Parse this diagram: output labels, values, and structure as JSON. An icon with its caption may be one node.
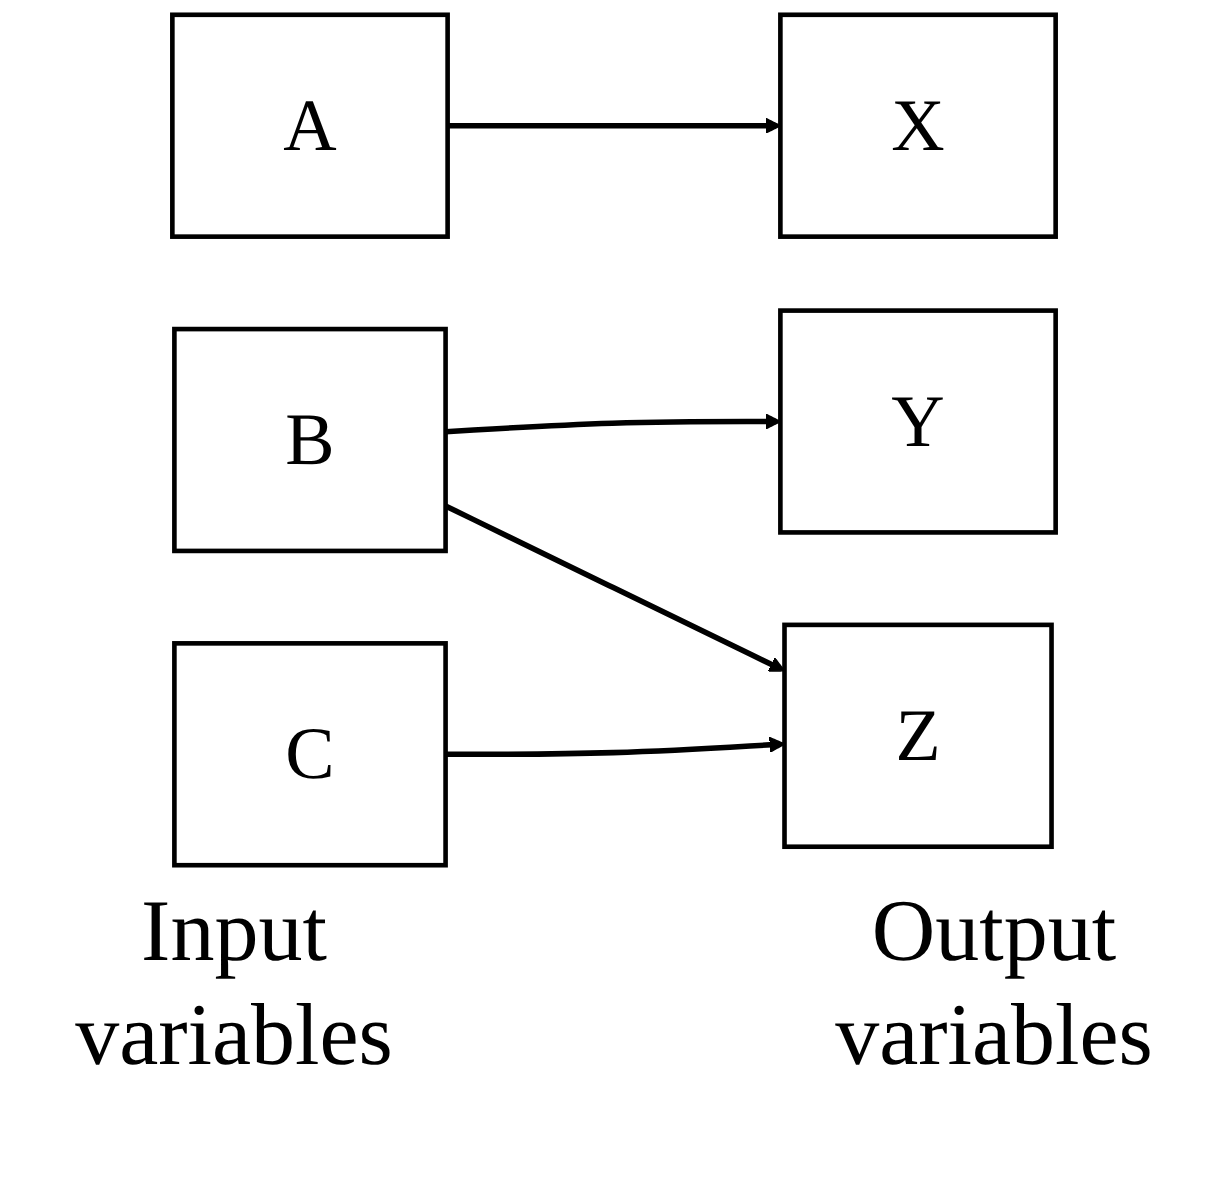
{
  "diagram": {
    "nodes": [
      {
        "text": [
          "A"
        ]
      },
      {
        "text": [
          "B"
        ]
      },
      {
        "text": [
          "C"
        ]
      },
      {
        "text": [
          "X"
        ]
      },
      {
        "text": [
          "Y"
        ]
      },
      {
        "text": [
          "Z"
        ]
      }
    ],
    "edges": [
      {
        "from": 0,
        "to": 3,
        "arrow": "to"
      },
      {
        "from": 1,
        "to": 4,
        "arrow": "to"
      },
      {
        "from": 1,
        "to": 5,
        "arrow": "to"
      },
      {
        "from": 2,
        "to": 5,
        "arrow": "to"
      }
    ],
    "labels": [
      "Input variables",
      "Output variables"
    ]
  }
}
